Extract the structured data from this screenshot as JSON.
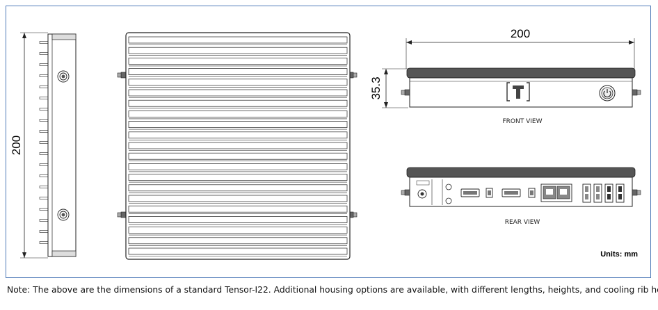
{
  "dimensions": {
    "side_height": "200",
    "front_width": "200",
    "front_height": "35.3"
  },
  "labels": {
    "front_view": "FRONT VIEW",
    "rear_view": "REAR VIEW",
    "units": "Units: mm"
  },
  "note": "Note: The above are the dimensions of a standard Tensor-I22. Additional housing options are available, with different lengths, heights, and cooling rib heights.",
  "colors": {
    "frame_border": "#4f7ab8",
    "line": "#222222"
  }
}
